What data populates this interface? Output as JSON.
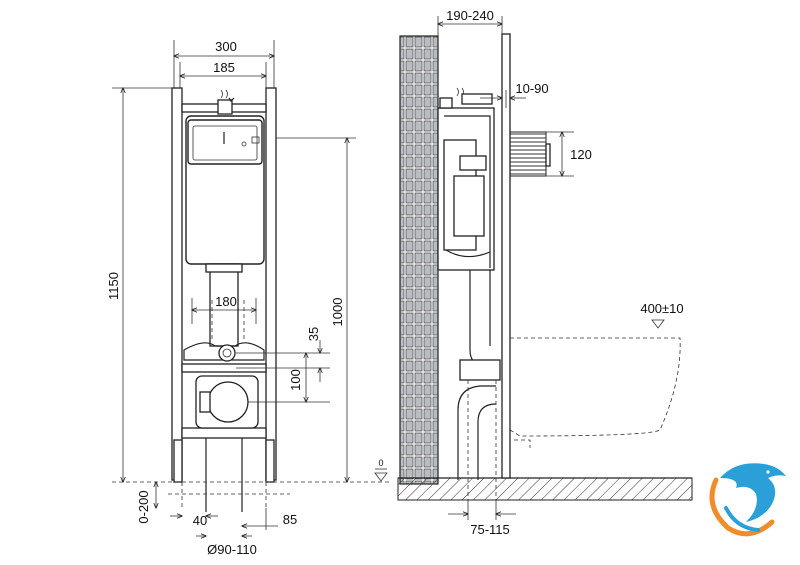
{
  "front_view": {
    "width_outer": "300",
    "width_inner": "185",
    "height_total": "1150",
    "height_frame": "1000",
    "pipe_spacing": "180",
    "offset_small": "35",
    "offset_mid": "100",
    "adjust_bottom": "0-200",
    "leg_left": "40",
    "leg_right": "85",
    "drain_diameter": "Ø90-110"
  },
  "side_view": {
    "depth": "190-240",
    "inlet_offset": "10-90",
    "bolt_height": "120",
    "bowl_height": "400±10",
    "floor_offset": "75-115",
    "floor_marker": "0"
  },
  "logo": {
    "name": "dolphin-logo",
    "colors": [
      "#2a9fd8",
      "#f28c28"
    ]
  }
}
